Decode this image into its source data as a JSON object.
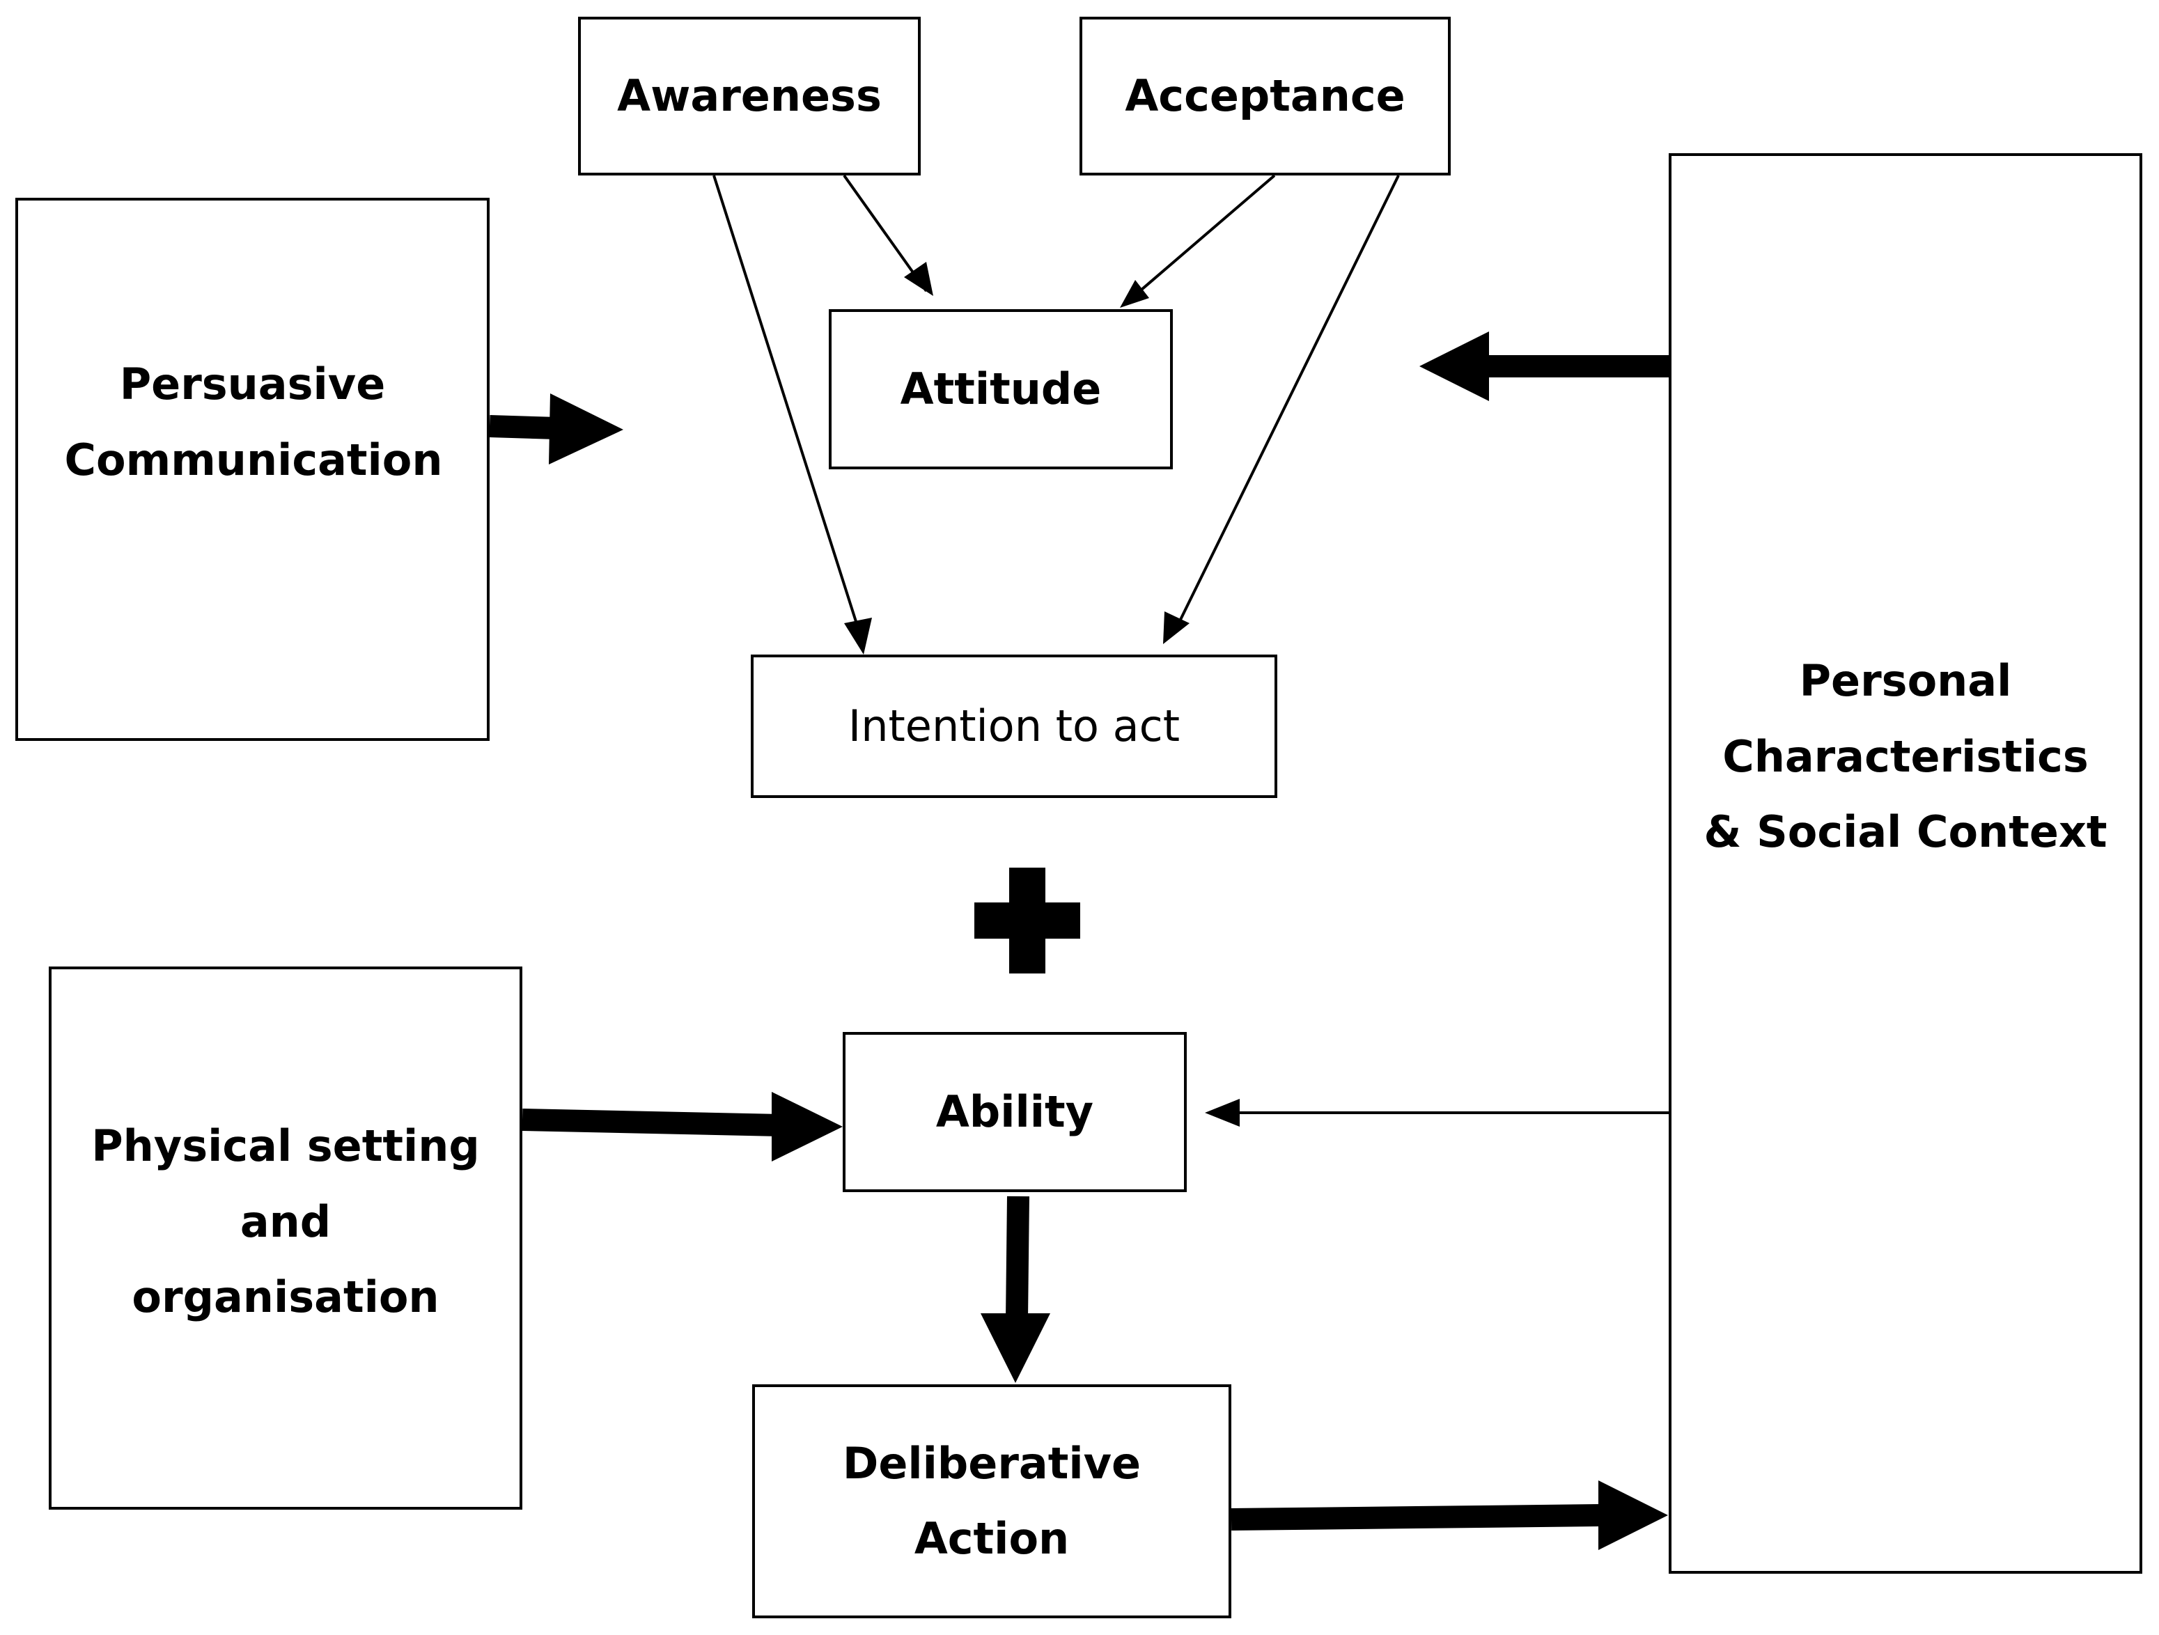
{
  "nodes": {
    "awareness": {
      "label": "Awareness"
    },
    "acceptance": {
      "label": "Acceptance"
    },
    "attitude": {
      "label": "Attitude"
    },
    "persuasive": {
      "label": "Persuasive Communication"
    },
    "intention": {
      "label": "Intention to act"
    },
    "personal": {
      "label": "Personal Characteristics & Social Context"
    },
    "physical": {
      "label": "Physical setting and organisation"
    },
    "ability": {
      "label": "Ability"
    },
    "action": {
      "label": "Deliberative Action"
    }
  },
  "colors": {
    "stroke": "#000000",
    "background": "#ffffff"
  },
  "icons": {
    "combine": "plus-icon"
  }
}
